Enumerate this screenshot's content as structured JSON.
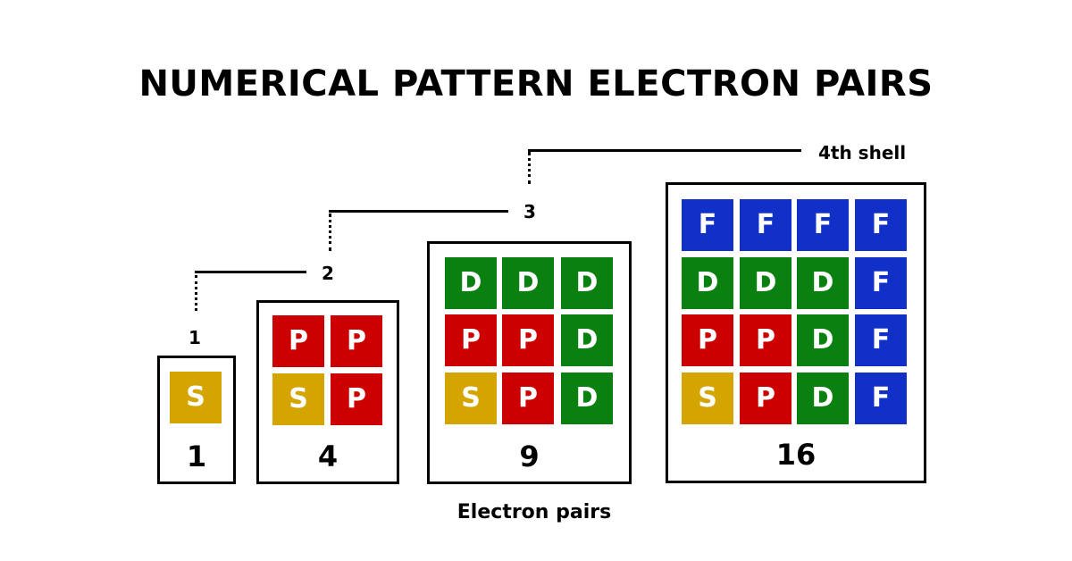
{
  "title": "NUMERICAL PATTERN ELECTRON PAIRS",
  "footer_label": "Electron pairs",
  "colors": {
    "S": "#d4a500",
    "P": "#cc0000",
    "D": "#0a8010",
    "F": "#1030c8",
    "border": "#000000",
    "text_on_cell": "#ffffff"
  },
  "shells": [
    {
      "shell_label": "1",
      "count": "1",
      "grid": [
        [
          "S"
        ]
      ]
    },
    {
      "shell_label": "2",
      "count": "4",
      "grid": [
        [
          "P",
          "P"
        ],
        [
          "S",
          "P"
        ]
      ]
    },
    {
      "shell_label": "3",
      "count": "9",
      "grid": [
        [
          "D",
          "D",
          "D"
        ],
        [
          "P",
          "P",
          "D"
        ],
        [
          "S",
          "P",
          "D"
        ]
      ]
    },
    {
      "shell_label": "4th shell",
      "count": "16",
      "grid": [
        [
          "F",
          "F",
          "F",
          "F"
        ],
        [
          "D",
          "D",
          "D",
          "F"
        ],
        [
          "P",
          "P",
          "D",
          "F"
        ],
        [
          "S",
          "P",
          "D",
          "F"
        ]
      ]
    }
  ]
}
